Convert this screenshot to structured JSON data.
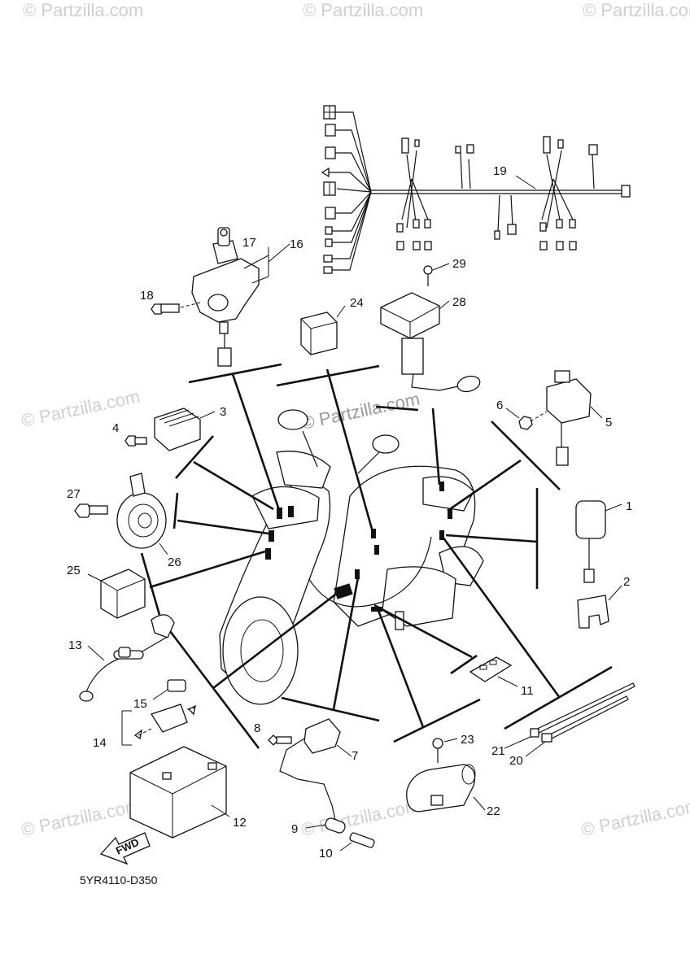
{
  "watermarks": {
    "corner": "© Partzilla.com",
    "main": "© Partzilla.com"
  },
  "diagram_code": "5YR4110-D350",
  "fwd_label": "FWD",
  "callouts": {
    "c1": "1",
    "c2": "2",
    "c3": "3",
    "c4": "4",
    "c5": "5",
    "c6": "6",
    "c7": "7",
    "c8": "8",
    "c9": "9",
    "c10": "10",
    "c11": "11",
    "c12": "12",
    "c13": "13",
    "c14": "14",
    "c15": "15",
    "c16": "16",
    "c17": "17",
    "c18": "18",
    "c19": "19",
    "c20": "20",
    "c21": "21",
    "c22": "22",
    "c23": "23",
    "c24": "24",
    "c25": "25",
    "c26": "26",
    "c27": "27",
    "c28": "28",
    "c29": "29"
  }
}
